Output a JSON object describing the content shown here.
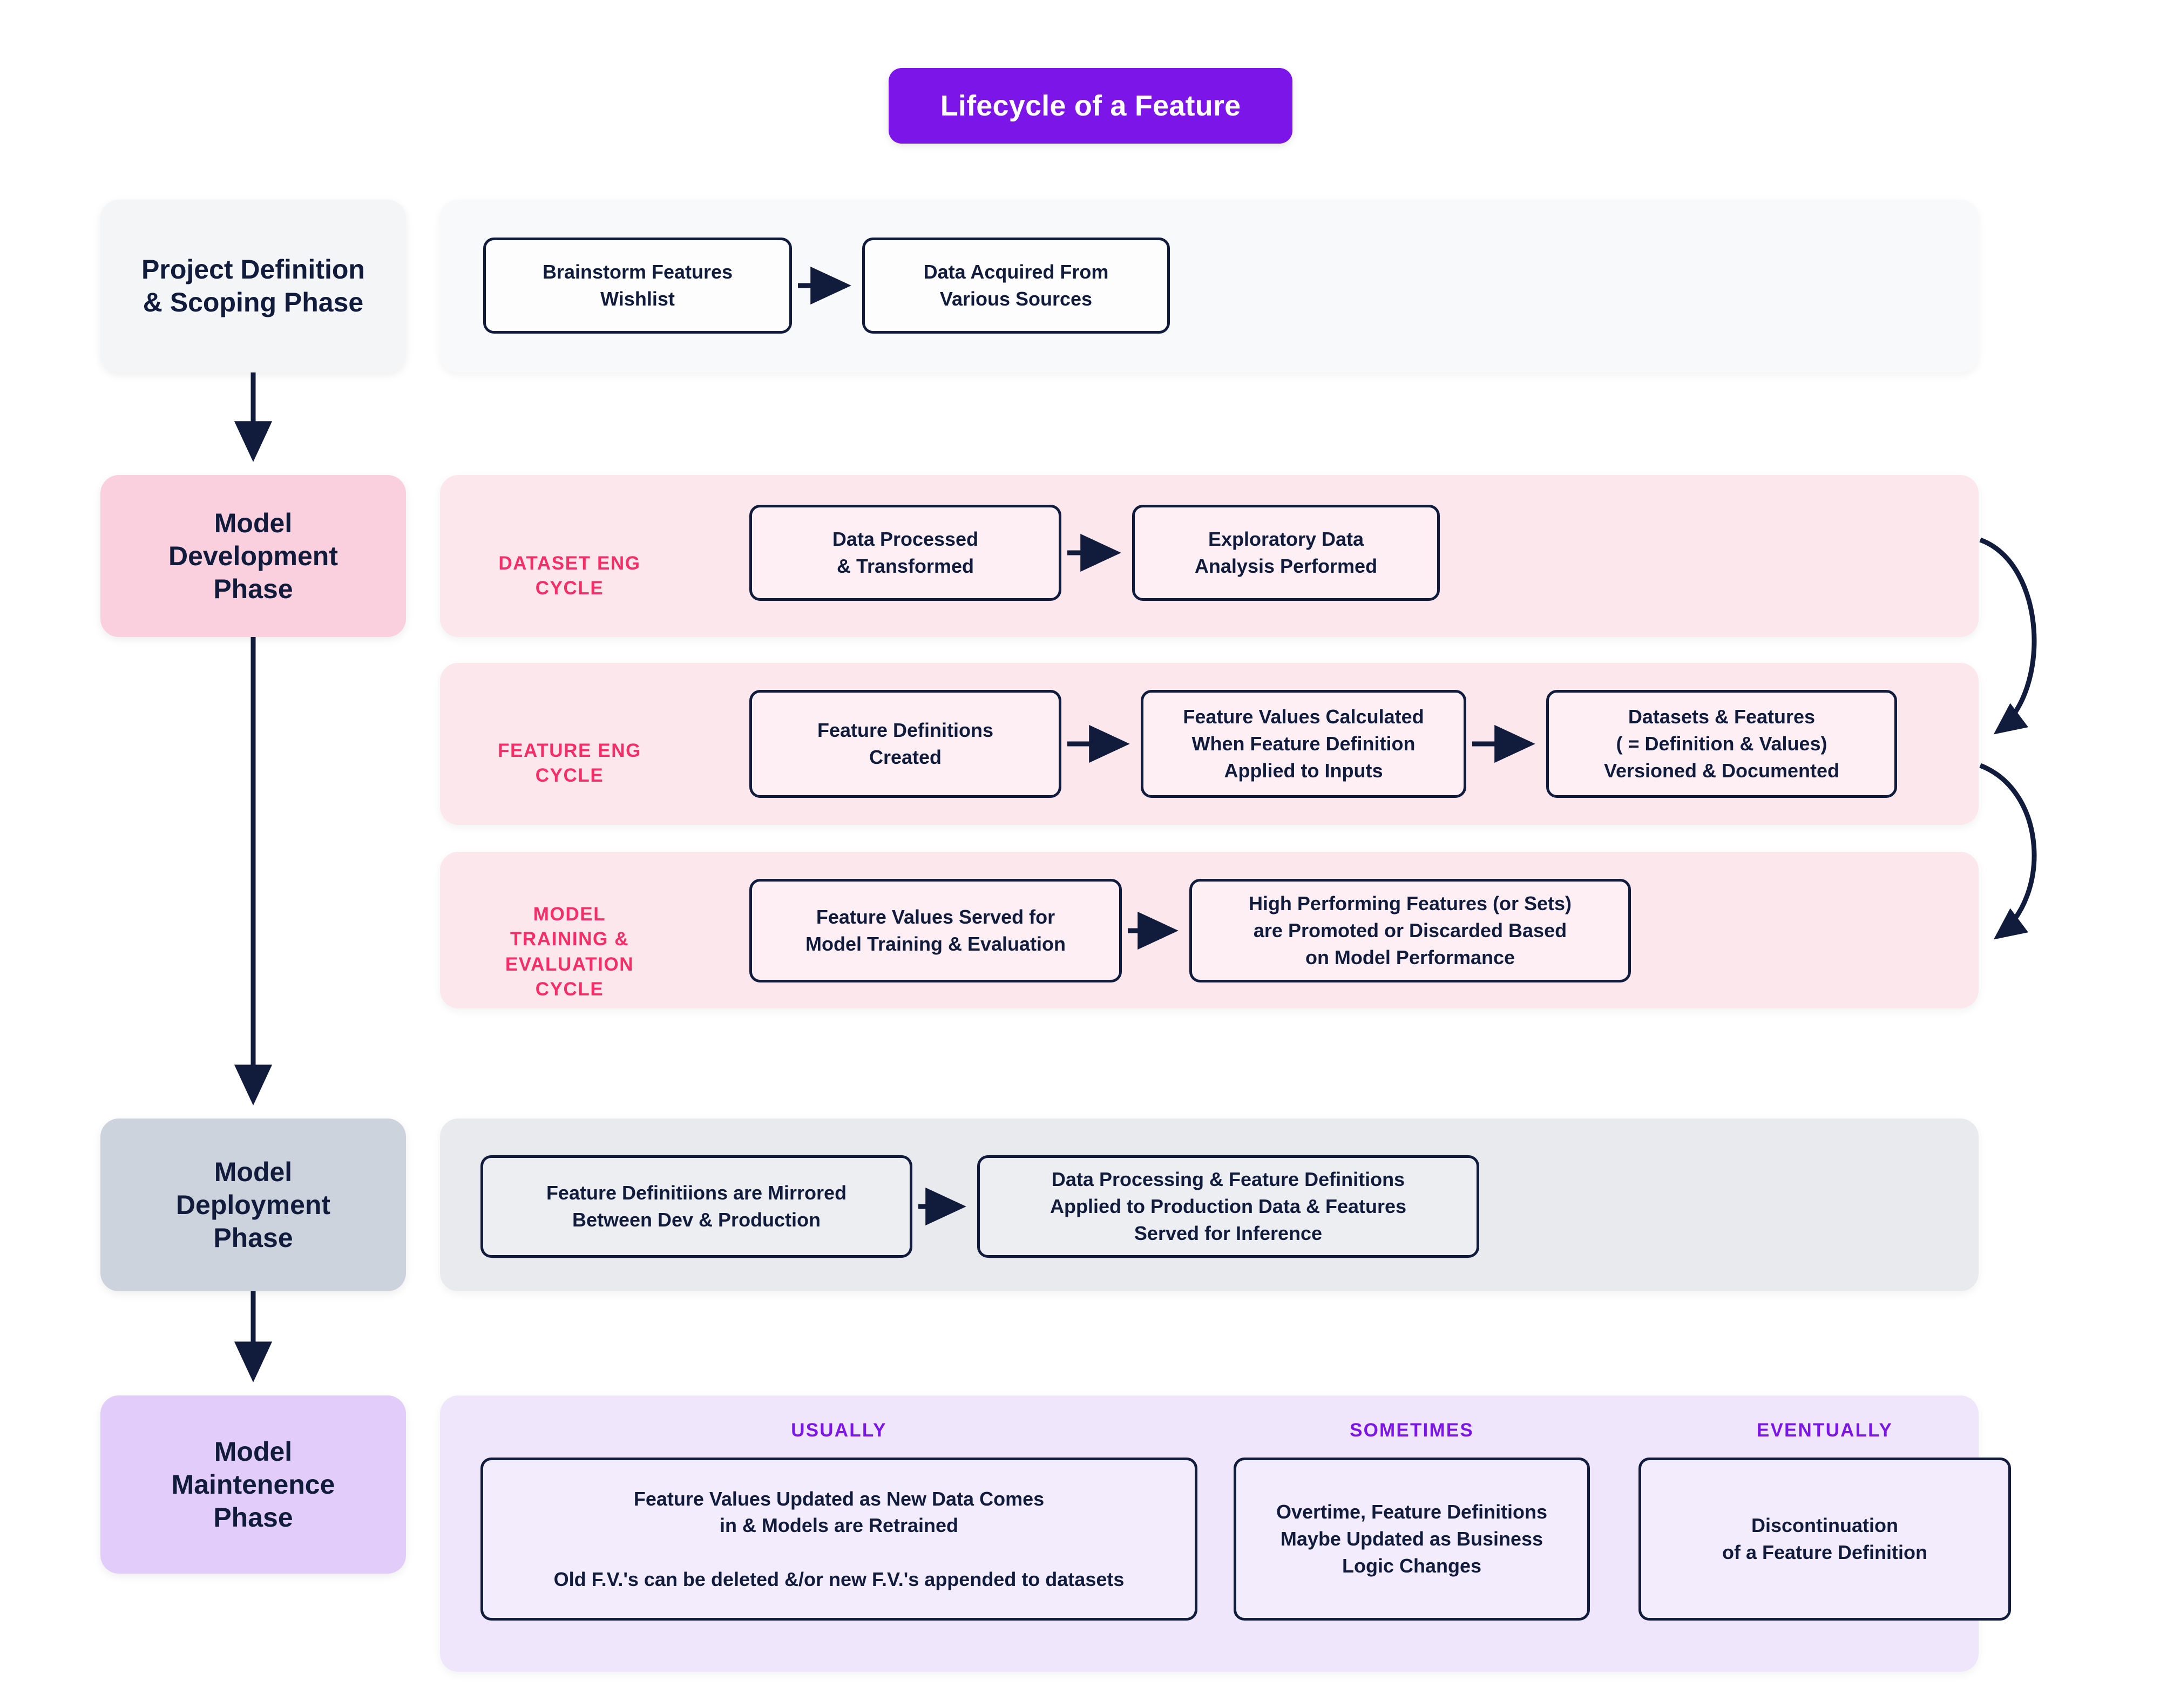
{
  "title": {
    "text": "Lifecycle of a Feature"
  },
  "colors": {
    "title_bg": "#7c16e8",
    "ink": "#111c3d",
    "cycle_label": "#f62e68",
    "freq_label": "#7c16e8",
    "phase_scoping_chip": "#f3f5f7",
    "phase_scoping_band": "#f8f9fa",
    "phase_development_chip": "#fbd0de",
    "phase_development_band": "#fce7ed",
    "phase_deployment_chip": "#cdd3dc",
    "phase_deployment_band": "#e8eaee",
    "phase_maintenance_chip": "#e2cdfa",
    "phase_maintenance_band": "#efe6fc"
  },
  "phases": [
    {
      "id": "scoping",
      "label": "Project Definition\n& Scoping Phase"
    },
    {
      "id": "development",
      "label": "Model\nDevelopment\nPhase"
    },
    {
      "id": "deployment",
      "label": "Model\nDeployment\nPhase"
    },
    {
      "id": "maintenance",
      "label": "Model\nMaintenence\nPhase"
    }
  ],
  "scoping": {
    "nodes": [
      {
        "label": "Brainstorm Features\nWishlist"
      },
      {
        "label": "Data Acquired From\nVarious Sources"
      }
    ]
  },
  "development": {
    "cycles": [
      {
        "id": "dataset-eng",
        "label": "DATASET ENG\nCYCLE",
        "nodes": [
          {
            "label": "Data Processed\n& Transformed"
          },
          {
            "label": "Exploratory Data\nAnalysis Performed"
          }
        ]
      },
      {
        "id": "feature-eng",
        "label": "FEATURE ENG\nCYCLE",
        "nodes": [
          {
            "label": "Feature Definitions\nCreated"
          },
          {
            "label": "Feature Values Calculated\nWhen Feature Definition\nApplied to Inputs"
          },
          {
            "label": "Datasets & Features\n( = Definition & Values)\nVersioned & Documented"
          }
        ]
      },
      {
        "id": "model-training-evaluation",
        "label": "MODEL\nTRAINING &\nEVALUATION\nCYCLE",
        "nodes": [
          {
            "label": "Feature Values Served for\nModel Training & Evaluation"
          },
          {
            "label": "High Performing Features (or Sets)\nare Promoted or Discarded Based\non Model Performance"
          }
        ]
      }
    ]
  },
  "deployment": {
    "nodes": [
      {
        "label": "Feature Definitiions are Mirrored\nBetween Dev & Production"
      },
      {
        "label": "Data Processing & Feature Definitions\nApplied to Production Data & Features\nServed for Inference"
      }
    ]
  },
  "maintenance": {
    "columns": [
      {
        "id": "usually",
        "heading": "USUALLY",
        "node": {
          "label": "Feature Values Updated as New Data Comes\nin & Models are Retrained\n\nOld F.V.'s can be deleted &/or new F.V.'s appended to datasets"
        }
      },
      {
        "id": "sometimes",
        "heading": "SOMETIMES",
        "node": {
          "label": "Overtime, Feature Definitions\nMaybe Updated as Business\nLogic Changes"
        }
      },
      {
        "id": "eventually",
        "heading": "EVENTUALLY",
        "node": {
          "label": "Discontinuation\nof a Feature Definition"
        }
      }
    ]
  }
}
